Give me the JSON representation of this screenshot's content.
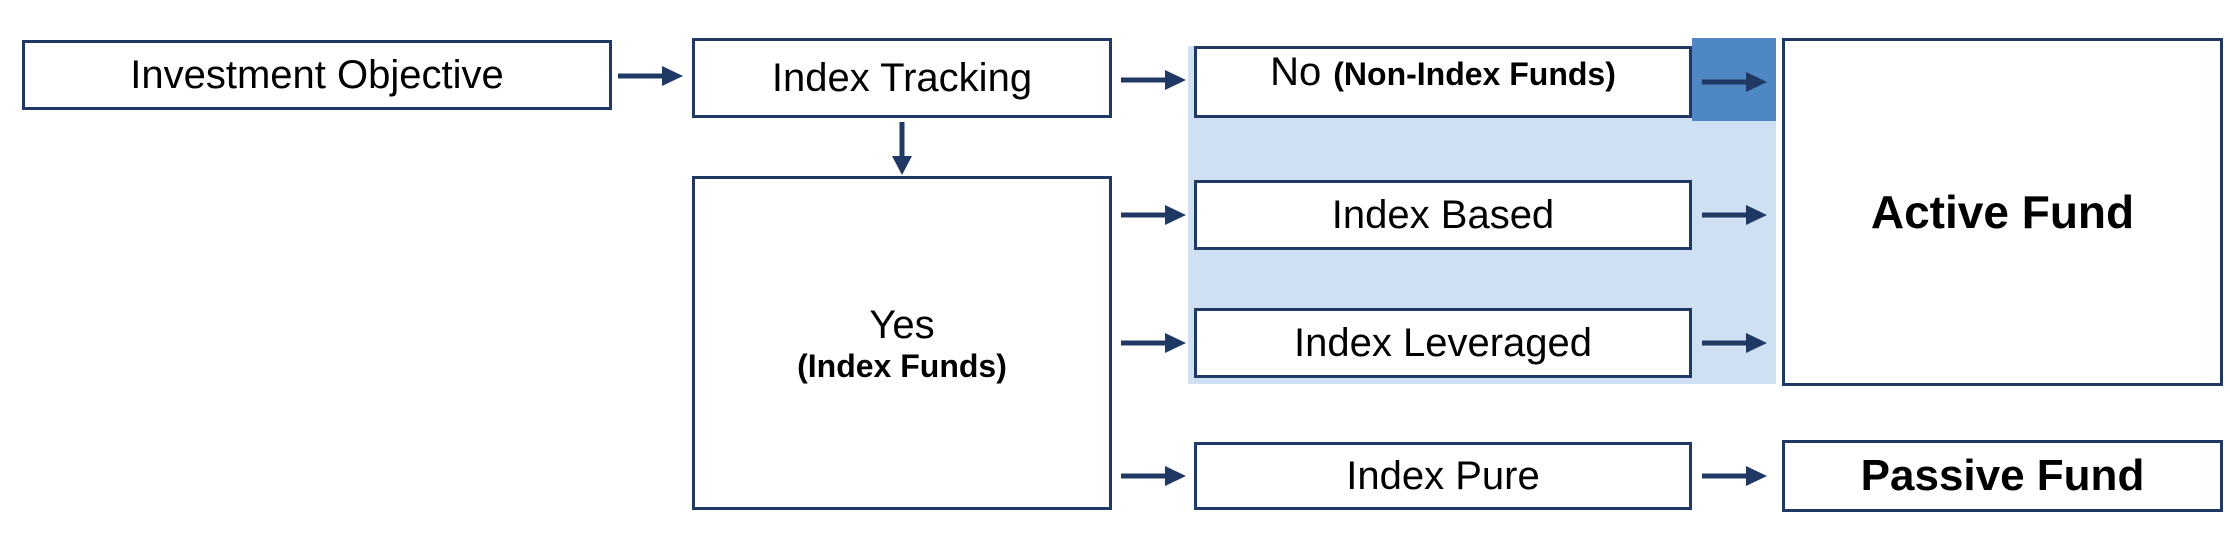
{
  "nodes": {
    "investment_objective": {
      "label": "Investment Objective"
    },
    "index_tracking": {
      "label": "Index Tracking"
    },
    "no_non_index": {
      "label": "No",
      "sublabel": "(Non-Index Funds)"
    },
    "yes_index": {
      "label": "Yes",
      "sublabel": "(Index Funds)"
    },
    "index_based": {
      "label": "Index Based"
    },
    "index_leveraged": {
      "label": "Index Leveraged"
    },
    "index_pure": {
      "label": "Index Pure"
    },
    "active_fund": {
      "label": "Active Fund"
    },
    "passive_fund": {
      "label": "Passive Fund"
    }
  },
  "colors": {
    "box_border": "#1F3864",
    "arrow": "#1F3864",
    "highlight_band": "#CEE0F2",
    "highlight_square": "#4E87C3",
    "text": "#000000",
    "background": "#FFFFFF"
  }
}
